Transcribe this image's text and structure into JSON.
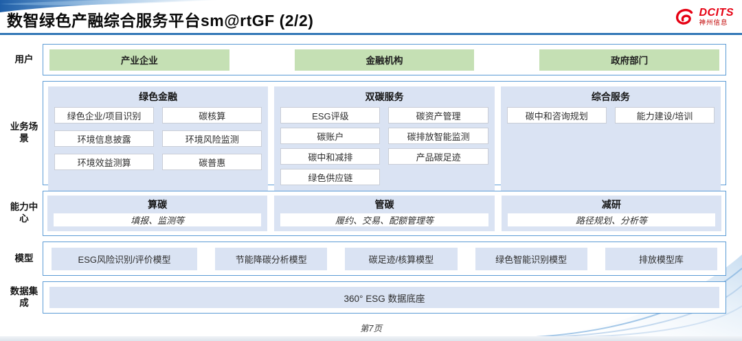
{
  "header": {
    "title": "数智绿色产融综合服务平台sm@rtGF (2/2)",
    "logo_text": "DCITS",
    "logo_subtext": "神州信息"
  },
  "icons": {
    "logo": "dcits-swoosh-icon"
  },
  "rows": {
    "users": {
      "label": "用户",
      "items": [
        "产业企业",
        "金融机构",
        "政府部门"
      ]
    },
    "scenarios": {
      "label": "业务场景",
      "columns": [
        {
          "title": "绿色金融",
          "items": [
            "绿色企业/项目识别",
            "碳核算",
            "环境信息披露",
            "环境风险监测",
            "环境效益测算",
            "碳普惠"
          ]
        },
        {
          "title": "双碳服务",
          "items": [
            "ESG评级",
            "碳资产管理",
            "碳账户",
            "碳排放智能监测",
            "碳中和减排",
            "产品碳足迹",
            "绿色供应链"
          ]
        },
        {
          "title": "综合服务",
          "items": [
            "碳中和咨询规划",
            "能力建设/培训"
          ]
        }
      ]
    },
    "capabilities": {
      "label": "能力中心",
      "items": [
        {
          "title": "算碳",
          "desc": "填报、监测等"
        },
        {
          "title": "管碳",
          "desc": "履约、交易、配额管理等"
        },
        {
          "title": "减研",
          "desc": "路径规划、分析等"
        }
      ]
    },
    "models": {
      "label": "模型",
      "items": [
        "ESG风险识别/评价模型",
        "节能降碳分析模型",
        "碳足迹/核算模型",
        "绿色智能识别模型",
        "排放模型库"
      ]
    },
    "data_integration": {
      "label": "数据集成",
      "items": [
        "360° ESG 数据底座"
      ]
    }
  },
  "footer": {
    "page": "第7页"
  },
  "colors": {
    "accent_border": "#5B9BD5",
    "fill_lavender": "#DAE3F3",
    "fill_green": "#C5E0B4",
    "title_underline": "#2E74B5",
    "logo_red": "#E60012"
  }
}
